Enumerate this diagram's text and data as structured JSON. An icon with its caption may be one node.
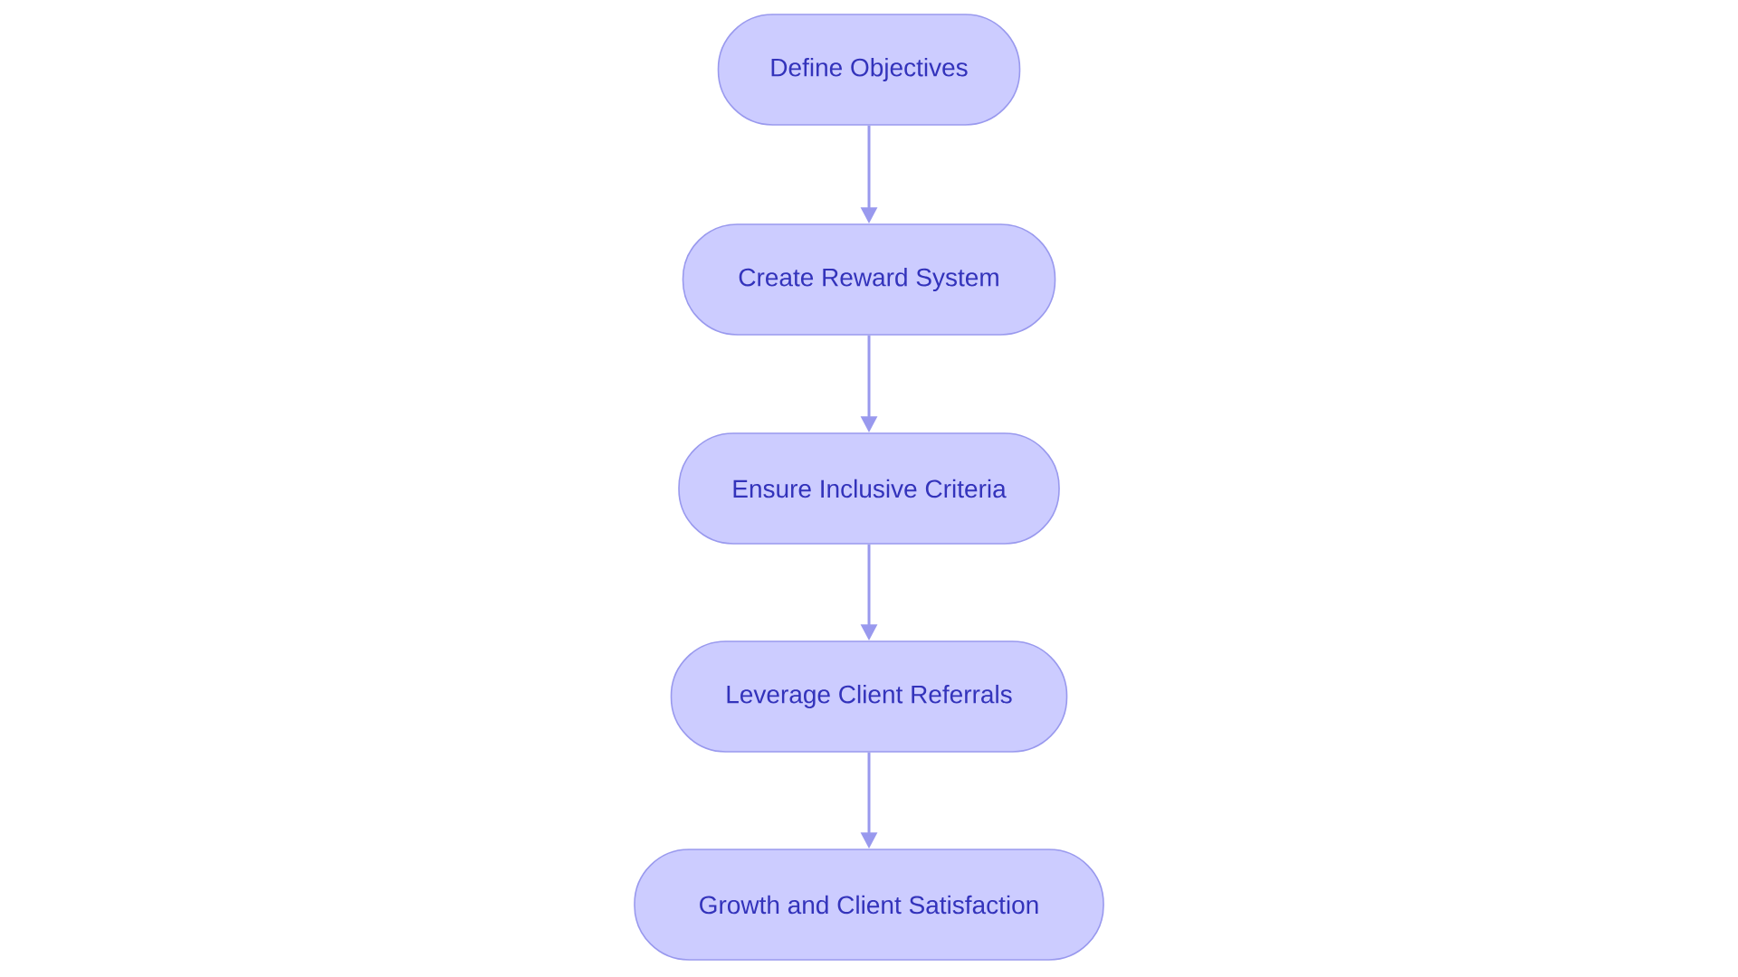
{
  "diagram": {
    "nodes": [
      {
        "text": [
          "Define Objectives"
        ]
      },
      {
        "text": [
          "Create Reward System"
        ]
      },
      {
        "text": [
          "Ensure Inclusive Criteria"
        ]
      },
      {
        "text": [
          "Leverage Client Referrals"
        ]
      },
      {
        "text": [
          "Growth and Client Satisfaction"
        ]
      }
    ],
    "edges": [
      {
        "from": 0,
        "to": 1,
        "arrow": "to"
      },
      {
        "from": 1,
        "to": 2,
        "arrow": "to"
      },
      {
        "from": 2,
        "to": 3,
        "arrow": "to"
      },
      {
        "from": 3,
        "to": 4,
        "arrow": "to"
      }
    ]
  }
}
